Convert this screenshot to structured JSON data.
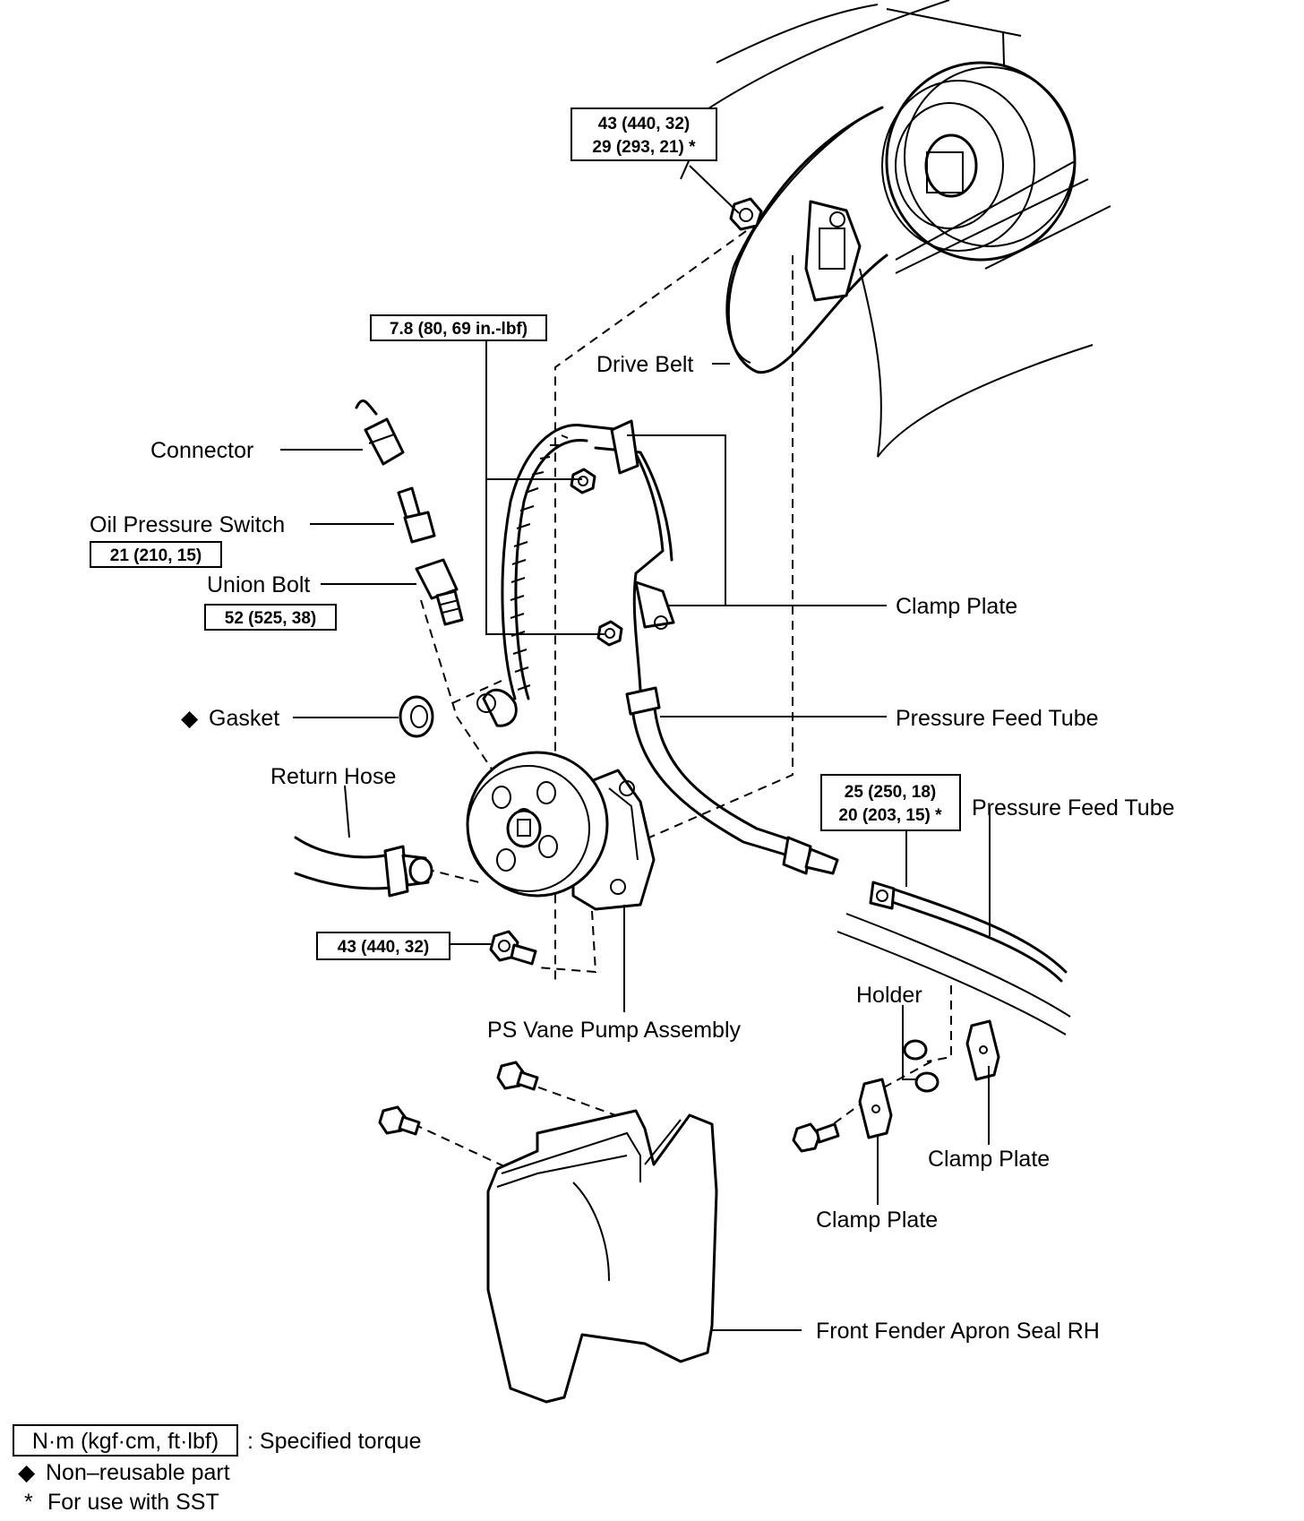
{
  "parts": {
    "drive_belt": "Drive Belt",
    "connector": "Connector",
    "oil_pressure_switch": "Oil Pressure Switch",
    "union_bolt": "Union Bolt",
    "clamp_plate_upper": "Clamp Plate",
    "gasket": "Gasket",
    "pressure_feed_tube_1": "Pressure Feed Tube",
    "return_hose": "Return Hose",
    "pressure_feed_tube_2": "Pressure Feed Tube",
    "ps_vane_pump_assembly": "PS Vane Pump Assembly",
    "holder": "Holder",
    "clamp_plate_right": "Clamp Plate",
    "clamp_plate_lower": "Clamp Plate",
    "front_fender_apron_seal": "Front Fender Apron Seal RH"
  },
  "torques": {
    "pump_bracket_top": {
      "line1": "43 (440, 32)",
      "line2": "29 (293, 21) *"
    },
    "clamp_bolts": "7.8 (80, 69 in.-lbf)",
    "oil_pressure_switch": "21 (210, 15)",
    "union_bolt": "52 (525, 38)",
    "tube_nut": {
      "line1": "25 (250, 18)",
      "line2": "20 (203, 15) *"
    },
    "pump_bolt": "43 (440, 32)"
  },
  "legend": {
    "unit_box": "N·m (kgf·cm, ft·lbf)",
    "unit_desc": ": Specified torque",
    "diamond": "◆",
    "non_reusable": "Non–reusable part",
    "asterisk": "*",
    "sst": "For use with SST"
  }
}
